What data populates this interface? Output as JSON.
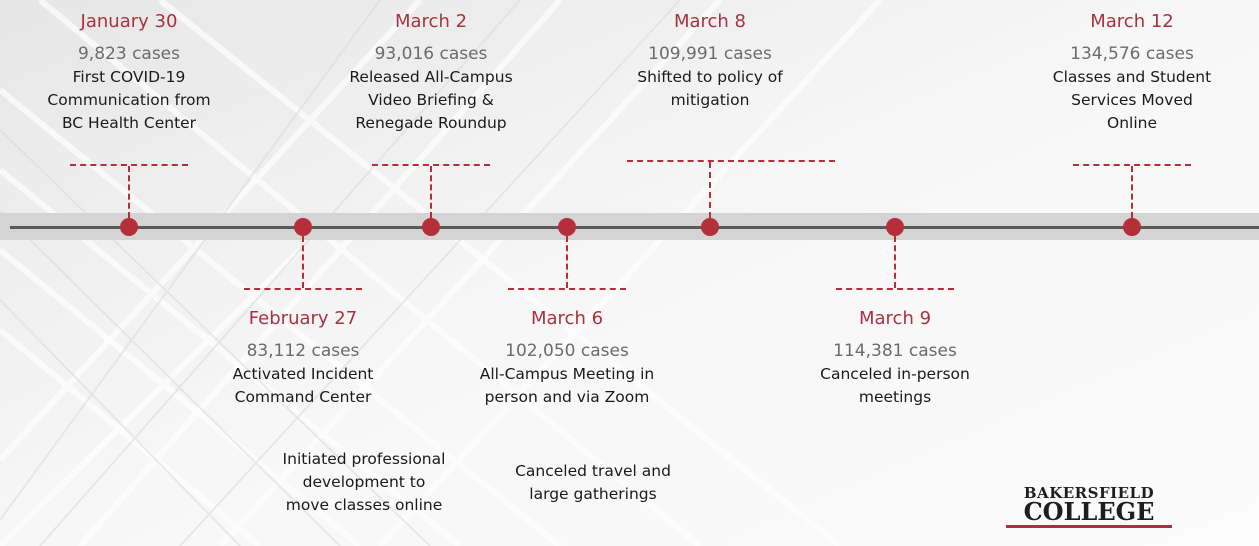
{
  "events_top": [
    {
      "date": "January 30",
      "cases": "9,823 cases",
      "lines": [
        "First COVID-19",
        "Communication from",
        "BC Health Center"
      ]
    },
    {
      "date": "March 2",
      "cases": "93,016 cases",
      "lines": [
        "Released All-Campus",
        "Video Briefing &",
        "Renegade Roundup"
      ]
    },
    {
      "date": "March 8",
      "cases": "109,991 cases",
      "lines": [
        "Shifted to policy of",
        "mitigation"
      ]
    },
    {
      "date": "March 12",
      "cases": "134,576 cases",
      "lines": [
        "Classes and Student",
        "Services Moved",
        "Online"
      ]
    }
  ],
  "events_bottom": [
    {
      "date": "February 27",
      "cases": "83,112 cases",
      "lines": [
        "Activated Incident",
        "Command Center"
      ]
    },
    {
      "date": "March 6",
      "cases": "102,050 cases",
      "lines": [
        "All-Campus Meeting in",
        "person and via Zoom"
      ]
    },
    {
      "date": "March 9",
      "cases": "114,381 cases",
      "lines": [
        "Canceled in-person",
        "meetings"
      ]
    }
  ],
  "notes": [
    {
      "lines": [
        "Initiated professional",
        "development to",
        "move classes online"
      ]
    },
    {
      "lines": [
        "Canceled travel and",
        "large gatherings"
      ]
    }
  ],
  "logo": {
    "line1": "BAKERSFIELD",
    "line2": "COLLEGE"
  },
  "colors": {
    "accent": "#a8323d",
    "marker": "#b42f3a",
    "axis": "#595959",
    "band": "#d4d4d4"
  }
}
